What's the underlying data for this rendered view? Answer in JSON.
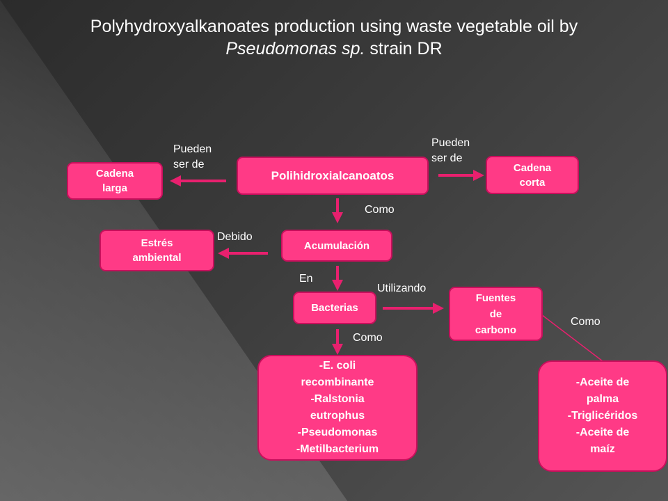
{
  "title": {
    "line1": "Polyhydroxyalkanoates production using waste vegetable oil by",
    "line2_italic": "Pseudomonas sp.",
    "line2_rest": " strain DR"
  },
  "nodes": {
    "pha": "Polihidroxialcanoatos",
    "cadena_larga": [
      "Cadena",
      "larga"
    ],
    "cadena_corta": [
      "Cadena",
      "corta"
    ],
    "acumulacion": "Acumulación",
    "estres": [
      "Estrés",
      "ambiental"
    ],
    "bacterias": "Bacterias",
    "fuentes": [
      "Fuentes",
      "de",
      "carbono"
    ],
    "bacteria_list": [
      "-E. coli",
      "recombinante",
      "-Ralstonia",
      "eutrophus",
      "-Pseudomonas",
      "-Metilbacterium"
    ],
    "aceites_list": [
      "-Aceite de",
      "palma",
      "-Triglicéridos",
      "-Aceite de",
      "maíz"
    ]
  },
  "labels": {
    "pueden_left": [
      "Pueden",
      "ser de"
    ],
    "pueden_right": [
      "Pueden",
      "ser de"
    ],
    "como_1": "Como",
    "debido": "Debido",
    "en": "En",
    "utilizando": "Utilizando",
    "como_2": "Como",
    "como_3": "Como"
  },
  "colors": {
    "box_fill": "#ff3a86",
    "box_border": "#c80f5c",
    "arrow": "#e8206e"
  }
}
